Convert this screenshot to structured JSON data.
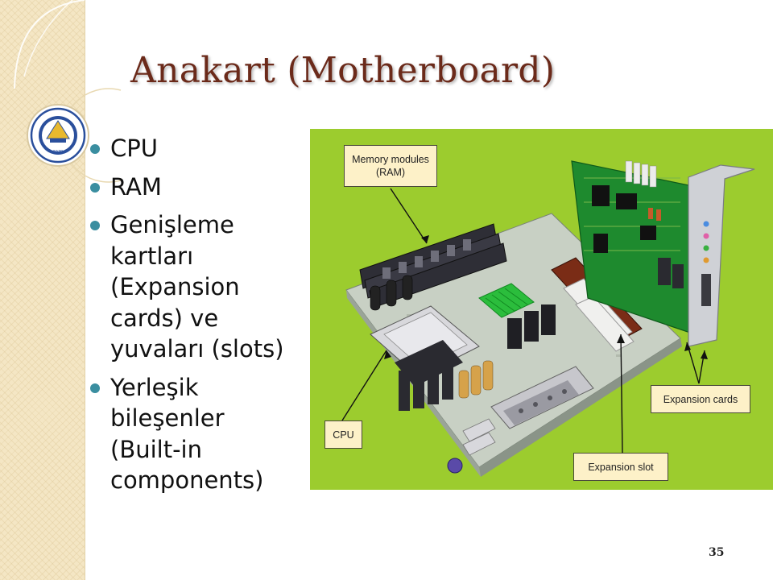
{
  "slide": {
    "title": "Anakart (Motherboard)",
    "page_number": "35"
  },
  "bullets": [
    {
      "lines": [
        "CPU"
      ]
    },
    {
      "lines": [
        "RAM"
      ]
    },
    {
      "lines": [
        "Genişleme",
        "kartları",
        "(Expansion",
        "cards) ve",
        "yuvaları (slots)"
      ]
    },
    {
      "lines": [
        "Yerleşik",
        "bileşenler",
        "(Built-in",
        "components)"
      ]
    }
  ],
  "figure": {
    "callouts": {
      "memory_line1": "Memory modules",
      "memory_line2": "(RAM)",
      "cpu": "CPU",
      "expansion_cards": "Expansion cards",
      "expansion_slot": "Expansion slot"
    }
  },
  "seal_year": "1979",
  "colors": {
    "title": "#6b2a1a",
    "bullet": "#3a8ea0",
    "figure_background": "#9ccc2e",
    "callout_background": "#fdf1c8",
    "sidebar": "#f4e6c4"
  },
  "icons": {
    "bullet": "bullet-dot-icon",
    "seal": "university-seal-icon"
  }
}
